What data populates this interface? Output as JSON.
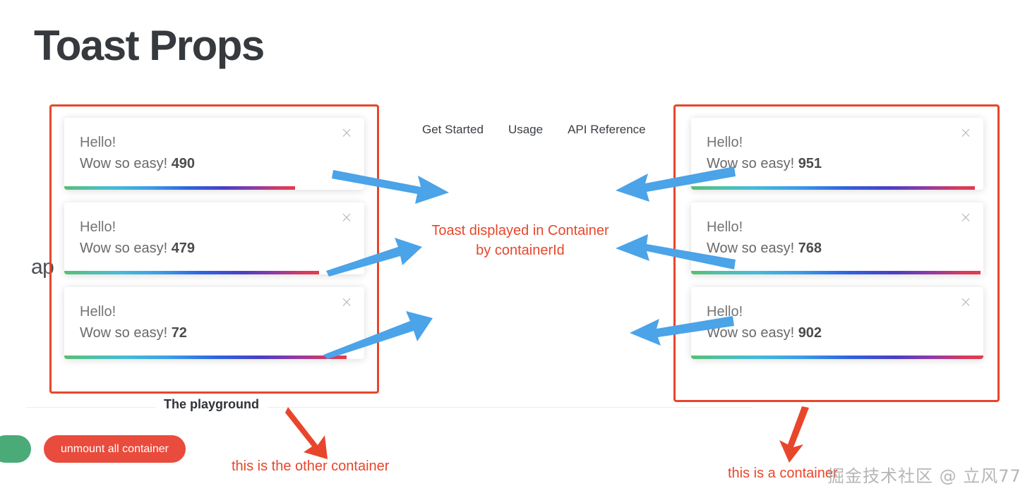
{
  "page": {
    "title": "Toast Props",
    "clipped_word": "ap",
    "divider_label": "The playground",
    "watermark": "掘金技术社区 @ 立风77"
  },
  "nav": {
    "items": [
      {
        "label": "Get Started"
      },
      {
        "label": "Usage"
      },
      {
        "label": "API Reference"
      }
    ]
  },
  "colors": {
    "annotation_red": "#e8462b",
    "arrow_blue": "#4ba3e8",
    "button_red": "#e94b3c",
    "title_dark": "#36393d"
  },
  "containers": {
    "left": {
      "annotation": "this is the other container",
      "toasts": [
        {
          "title": "Hello!",
          "body": "Wow so easy!",
          "count": "490",
          "progress_pct": 77
        },
        {
          "title": "Hello!",
          "body": "Wow so easy!",
          "count": "479",
          "progress_pct": 85
        },
        {
          "title": "Hello!",
          "body": "Wow so easy!",
          "count": "72",
          "progress_pct": 94
        }
      ]
    },
    "right": {
      "annotation": "this is a container",
      "toasts": [
        {
          "title": "Hello!",
          "body": "Wow so easy!",
          "count": "951",
          "progress_pct": 97
        },
        {
          "title": "Hello!",
          "body": "Wow so easy!",
          "count": "768",
          "progress_pct": 99
        },
        {
          "title": "Hello!",
          "body": "Wow so easy!",
          "count": "902",
          "progress_pct": 100
        }
      ]
    }
  },
  "center_annotation": {
    "line1": "Toast displayed in Container",
    "line2": "by containerId"
  },
  "buttons": {
    "unmount_all": "unmount all container"
  },
  "icons": {
    "close": "×"
  }
}
